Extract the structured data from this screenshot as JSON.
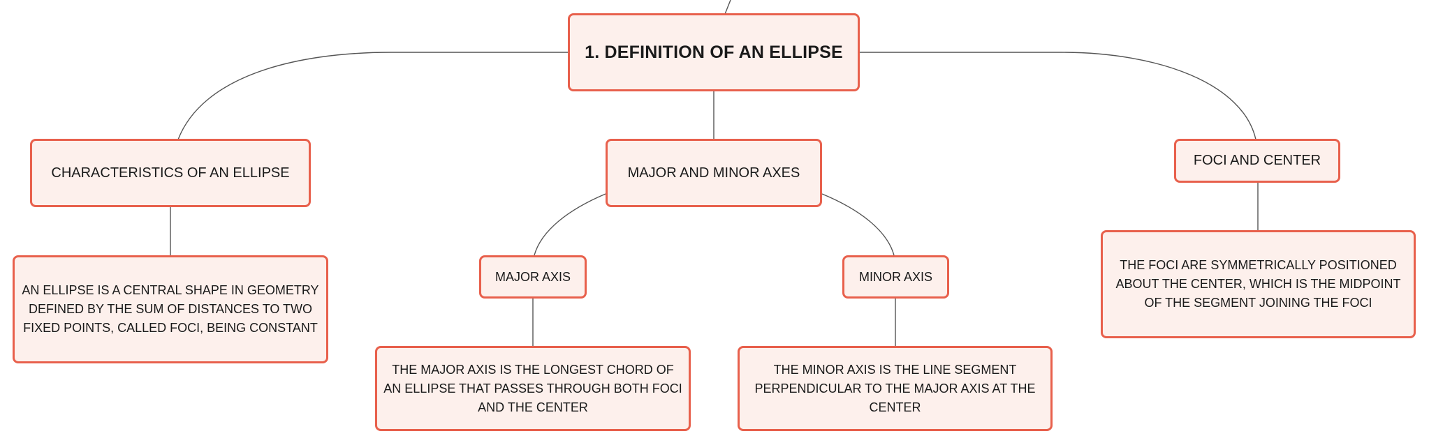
{
  "colors": {
    "node_fill": "#fdf0ec",
    "node_border": "#e8604c",
    "connector": "#555555",
    "text": "#1a1a1a"
  },
  "root": {
    "label": "1. DEFINITION OF AN ELLIPSE"
  },
  "branches": {
    "characteristics": {
      "label": "CHARACTERISTICS OF AN ELLIPSE",
      "detail": "AN ELLIPSE IS A CENTRAL SHAPE IN GEOMETRY DEFINED BY THE SUM OF DISTANCES TO TWO FIXED POINTS, CALLED FOCI, BEING CONSTANT"
    },
    "axes": {
      "label": "MAJOR AND MINOR AXES",
      "major": {
        "label": "MAJOR AXIS",
        "detail": "THE MAJOR AXIS IS THE LONGEST CHORD OF AN ELLIPSE THAT PASSES THROUGH BOTH FOCI AND THE CENTER"
      },
      "minor": {
        "label": "MINOR AXIS",
        "detail": "THE MINOR AXIS IS THE LINE SEGMENT PERPENDICULAR TO THE MAJOR AXIS AT THE CENTER"
      }
    },
    "foci": {
      "label": "FOCI AND CENTER",
      "detail": "THE FOCI ARE SYMMETRICALLY POSITIONED ABOUT THE CENTER, WHICH IS THE MIDPOINT OF THE SEGMENT JOINING THE FOCI"
    }
  }
}
